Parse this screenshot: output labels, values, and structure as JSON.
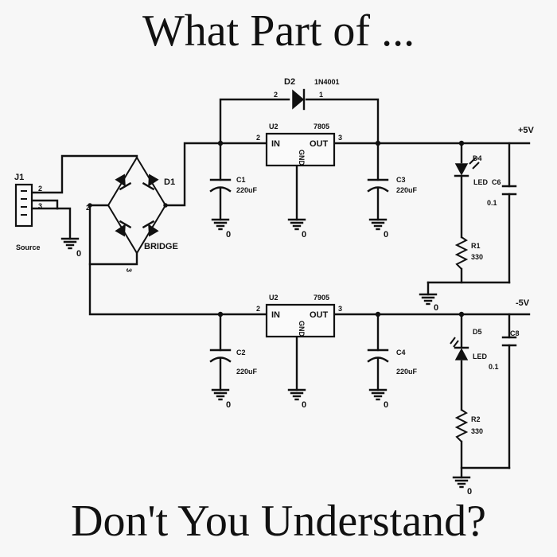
{
  "headline": {
    "top": "What Part of ...",
    "bottom": "Don't You Understand?"
  },
  "schematic": {
    "labels": {
      "j1": "J1",
      "source": "Source",
      "j1_pin_2": "2",
      "j1_pin_3": "3",
      "j1_gnd_0": "0",
      "bridge": "BRIDGE",
      "bridge_pin_2": "2",
      "bridge_pin_3": "3",
      "d1": "D1",
      "d2": "D2",
      "d2_part": "1N4001",
      "d2_pin_2": "2",
      "d2_pin_1": "1",
      "u2_top_ref": "U2",
      "u2_top_part": "7805",
      "u2_top_in": "IN",
      "u2_top_out": "OUT",
      "u2_top_gnd": "GND",
      "u2_top_pin_2": "2",
      "u2_top_pin_3": "3",
      "c1": "C1",
      "c1_value": "220uF",
      "c3": "C3",
      "c3_value": "220uF",
      "d4": "D4",
      "d4_type": "LED",
      "c6": "C6",
      "c6_value": "0.1",
      "r1": "R1",
      "r1_value": "330",
      "plus5v": "+5V",
      "gnd_c1_0": "0",
      "gnd_u2top_0": "0",
      "gnd_c3_0": "0",
      "gnd_r1_0": "0",
      "u2_bot_ref": "U2",
      "u2_bot_part": "7905",
      "u2_bot_in": "IN",
      "u2_bot_out": "OUT",
      "u2_bot_gnd": "GND",
      "u2_bot_pin_2": "2",
      "u2_bot_pin_3": "3",
      "c2": "C2",
      "c2_value": "220uF",
      "c4": "C4",
      "c4_value": "220uF",
      "d5": "D5",
      "d5_type": "LED",
      "c8": "C8",
      "c8_value": "0.1",
      "r2": "R2",
      "r2_value": "330",
      "minus5v": "-5V",
      "gnd_c2_0": "0",
      "gnd_u2bot_0": "0",
      "gnd_c4_0": "0",
      "gnd_r2_0": "0"
    }
  }
}
